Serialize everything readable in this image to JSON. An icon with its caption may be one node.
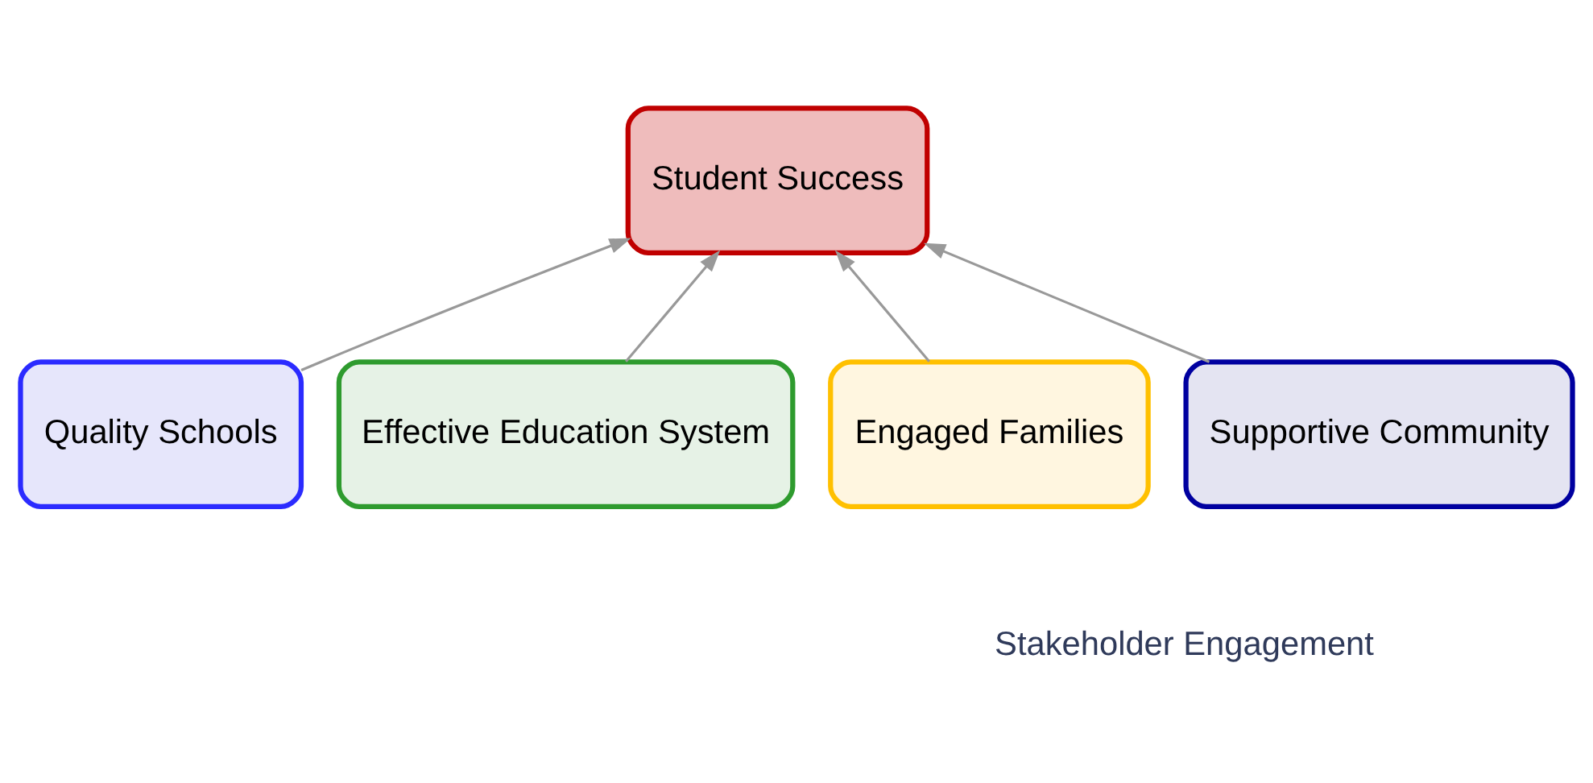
{
  "diagram": {
    "nodes": [
      {
        "text": [
          "Student Success"
        ]
      },
      {
        "text": [
          "Quality Schools"
        ]
      },
      {
        "text": [
          "Effective Education System"
        ]
      },
      {
        "text": [
          "Engaged Families"
        ]
      },
      {
        "text": [
          "Supportive Community"
        ]
      }
    ],
    "edges": [
      {
        "from": 1,
        "to": 0,
        "arrow": "to"
      },
      {
        "from": 2,
        "to": 0,
        "arrow": "to"
      },
      {
        "from": 3,
        "to": 0,
        "arrow": "to"
      },
      {
        "from": 4,
        "to": 0,
        "arrow": "to"
      }
    ],
    "labels": [
      "Stakeholder Engagement"
    ]
  }
}
